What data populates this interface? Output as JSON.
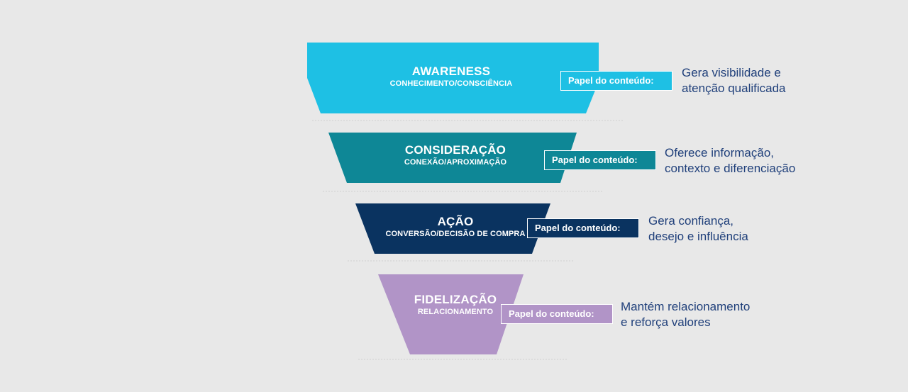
{
  "stages": [
    {
      "title": "AWARENESS",
      "subtitle": "CONHECIMENTO/CONSCIÊNCIA",
      "role_label": "Papel do conteúdo:",
      "role_description_line1": "Gera visibilidade e",
      "role_description_line2": "atenção qualificada",
      "color": "#1ec0e4"
    },
    {
      "title": "CONSIDERAÇÃO",
      "subtitle": "CONEXÃO/APROXIMAÇÃO",
      "role_label": "Papel do conteúdo:",
      "role_description_line1": "Oferece informação,",
      "role_description_line2": "contexto e diferenciação",
      "color": "#0e8796"
    },
    {
      "title": "AÇÃO",
      "subtitle": "CONVERSÃO/DECISÃO DE COMPRA",
      "role_label": "Papel do conteúdo:",
      "role_description_line1": "Gera confiança,",
      "role_description_line2": "desejo e influência",
      "color": "#0a3360"
    },
    {
      "title": "FIDELIZAÇÃO",
      "subtitle": "RELACIONAMENTO",
      "role_label": "Papel do conteúdo:",
      "role_description_line1": "Mantém relacionamento",
      "role_description_line2": "e reforça valores",
      "color": "#b194c7"
    }
  ],
  "text_color": "#1f3f7a",
  "background": "#e8e8e8"
}
